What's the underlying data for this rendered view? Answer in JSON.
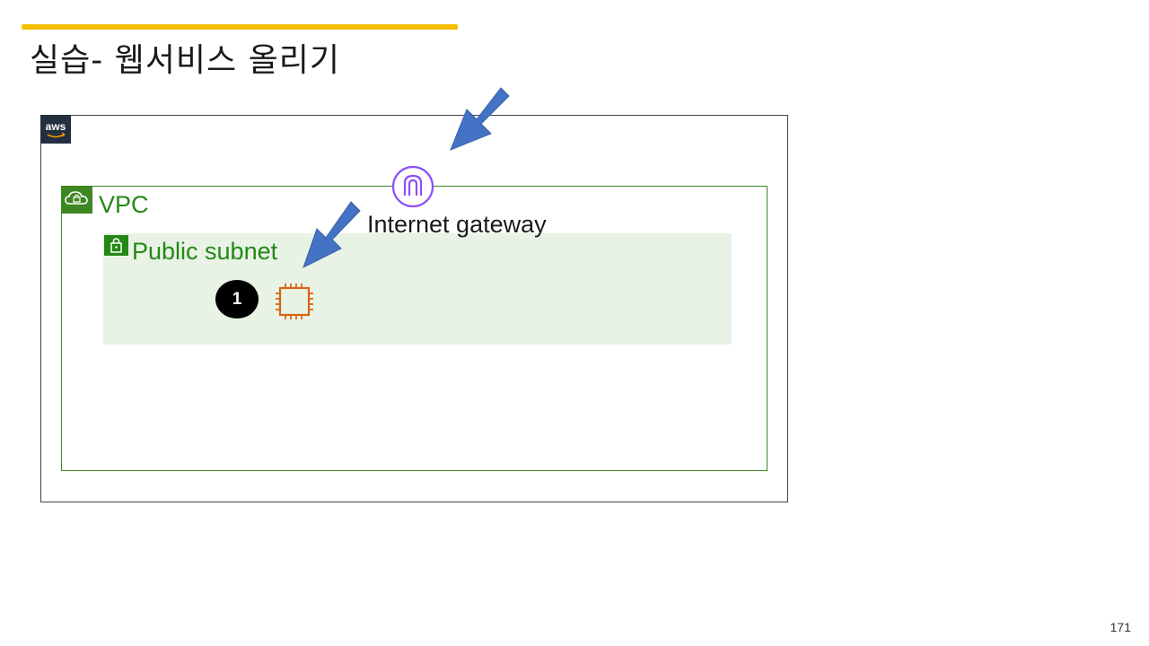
{
  "slide": {
    "title": "실습- 웹서비스 올리기",
    "page_number": "171"
  },
  "diagram": {
    "aws_logo_text": "aws",
    "vpc_label": "VPC",
    "public_subnet_label": "Public subnet",
    "internet_gateway_label": "Internet gateway",
    "step_badge": "1",
    "icons": {
      "aws_logo": "aws-logo-icon",
      "vpc": "vpc-cloud-lock-icon",
      "subnet": "subnet-lock-icon",
      "gateway": "internet-gateway-icon",
      "instance": "ec2-instance-icon"
    }
  },
  "colors": {
    "accent_bar": "#f5c000",
    "vpc_green": "#3f8624",
    "subnet_fill": "#e8f3e6",
    "arrow_blue": "#4472c4",
    "gateway_purple": "#8c4fff",
    "ec2_orange": "#d86613",
    "aws_dark": "#232f3e"
  }
}
